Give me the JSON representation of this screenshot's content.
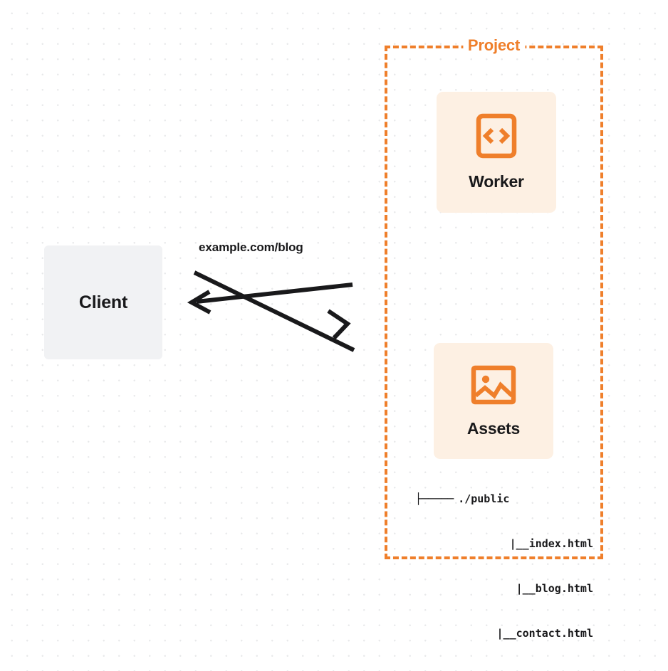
{
  "diagram": {
    "title": "Client to Project Worker and Assets request flow",
    "colors": {
      "accent_orange": "#ef7f2b",
      "box_fill_orange": "#fdf0e3",
      "client_fill_gray": "#f1f2f4",
      "text_dark": "#19191b",
      "dot_grid": "#e8e9ea",
      "canvas": "#ffffff"
    }
  },
  "client": {
    "label": "Client"
  },
  "connection": {
    "label": "example.com/blog",
    "direction": "bidirectional",
    "request_arrow": "arrow-right-to-project",
    "response_arrow": "arrow-left-to-client"
  },
  "project": {
    "title": "Project",
    "nodes": [
      {
        "name": "Worker",
        "icon": "code-brackets-icon"
      },
      {
        "name": "Assets",
        "icon": "image-picture-icon"
      }
    ]
  },
  "file_tree": {
    "rows": [
      {
        "prefix": "├─────",
        "name": "./public"
      },
      {
        "prefix": "|__",
        "name": "index.html"
      },
      {
        "prefix": "|__",
        "name": "blog.html"
      },
      {
        "prefix": "|__",
        "name": "contact.html"
      }
    ]
  }
}
